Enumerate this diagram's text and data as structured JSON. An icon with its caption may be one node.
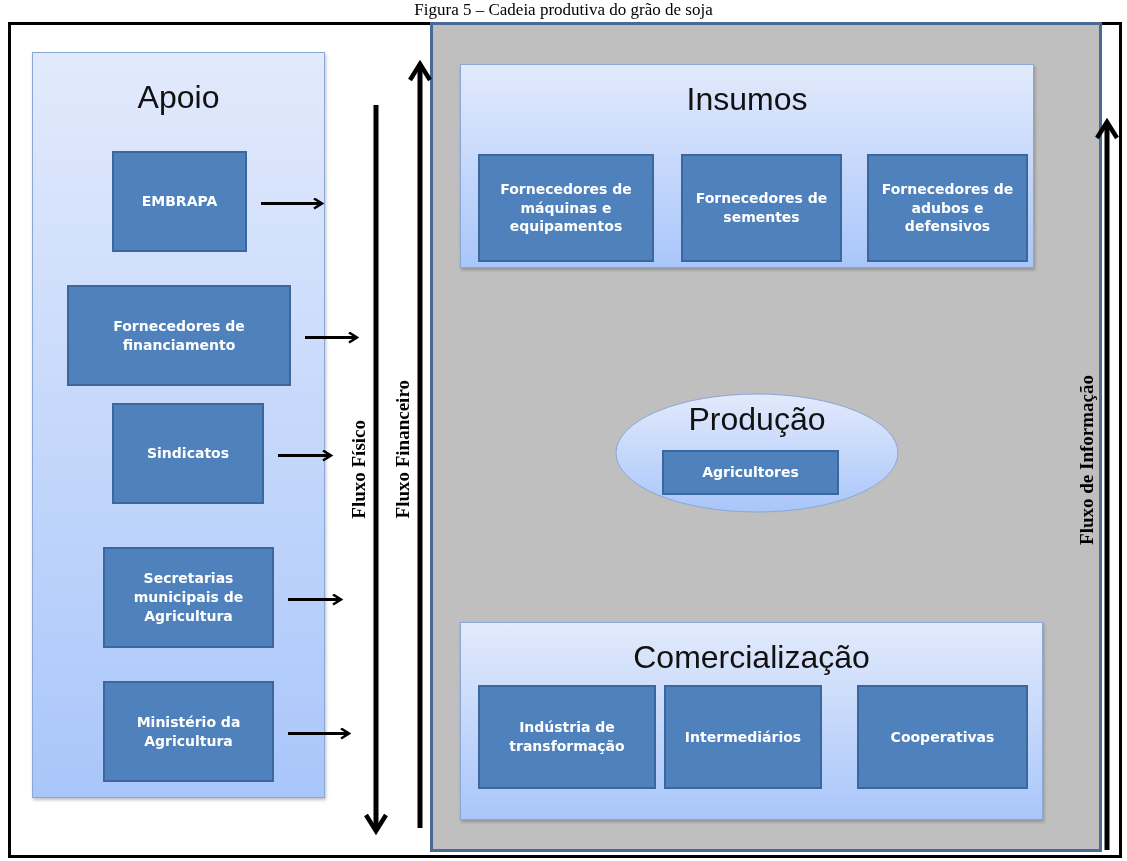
{
  "diagram": {
    "title": "Figura 5 – Cadeia produtiva do grão de soja",
    "nodes": [
      {
        "text": [
          "Apoio"
        ]
      },
      {
        "text": [
          "EMBRAPA"
        ],
        "in": 0
      },
      {
        "text": [
          "Fornecedores de financiamento"
        ],
        "in": 0
      },
      {
        "text": [
          "Sindicatos"
        ],
        "in": 0
      },
      {
        "text": [
          "Secretarias municipais de Agricultura"
        ],
        "in": 0
      },
      {
        "text": [
          "Ministério da Agricultura"
        ],
        "in": 0
      },
      {
        "text": [],
        "shape": "box"
      },
      {
        "text": [
          "Insumos"
        ],
        "in": 6
      },
      {
        "text": [
          "Fornecedores de máquinas e equipamentos"
        ],
        "in": 7
      },
      {
        "text": [
          "Fornecedores de sementes"
        ],
        "in": 7
      },
      {
        "text": [
          "Fornecedores de adubos e defensivos"
        ],
        "in": 7
      },
      {
        "text": [
          "Produção"
        ],
        "in": 6
      },
      {
        "text": [
          "Agricultores"
        ],
        "in": 11
      },
      {
        "text": [
          "Comercialização"
        ],
        "in": 6
      },
      {
        "text": [
          "Indústria de transformação"
        ],
        "in": 13
      },
      {
        "text": [
          "Intermediários"
        ],
        "in": 13
      },
      {
        "text": [
          "Cooperativas"
        ],
        "in": 13
      }
    ],
    "edges": [
      {
        "from": 1,
        "to": null,
        "arrow": "to"
      },
      {
        "from": 2,
        "to": null,
        "arrow": "to"
      },
      {
        "from": 3,
        "to": null,
        "arrow": "to"
      },
      {
        "from": 4,
        "to": null,
        "arrow": "to"
      },
      {
        "from": 5,
        "to": null,
        "arrow": "to"
      }
    ],
    "labels": [
      "Fluxo Físico",
      "Fluxo Financeiro",
      "Fluxo de Informação"
    ]
  }
}
